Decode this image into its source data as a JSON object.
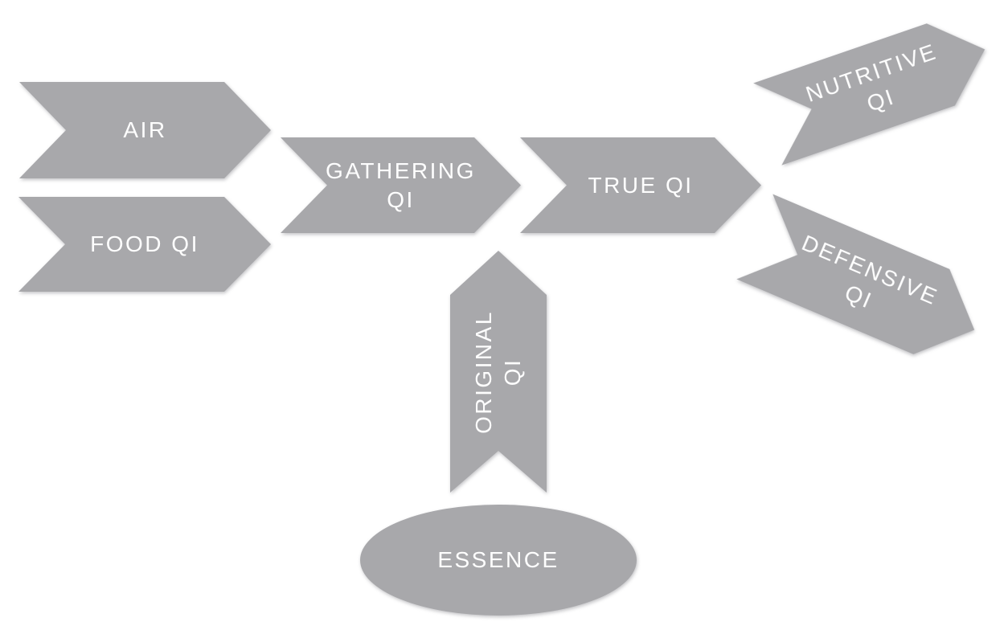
{
  "diagram": {
    "type": "flow-diagram",
    "subject": "qi-formation-flow",
    "colors": {
      "background": "#ffffff",
      "shape_fill": "#a8a8ab",
      "label_text": "#fefefe"
    },
    "nodes": {
      "air": {
        "label": "AIR",
        "shape": "chevron-arrow-right"
      },
      "food_qi": {
        "label": "FOOD QI",
        "shape": "chevron-arrow-right"
      },
      "gathering_qi": {
        "label": "GATHERING\nQI",
        "shape": "chevron-arrow-right"
      },
      "true_qi": {
        "label": "TRUE QI",
        "shape": "chevron-arrow-right"
      },
      "nutritive_qi": {
        "label": "NUTRITIVE\nQI",
        "shape": "chevron-arrow-up-right"
      },
      "defensive_qi": {
        "label": "DEFENSIVE\nQI",
        "shape": "chevron-arrow-down-right"
      },
      "original_qi": {
        "label": "ORIGINAL\nQI",
        "shape": "chevron-arrow-up"
      },
      "essence": {
        "label": "ESSENCE",
        "shape": "ellipse"
      }
    },
    "connections": [
      {
        "from": "air",
        "to": "gathering_qi"
      },
      {
        "from": "food_qi",
        "to": "gathering_qi"
      },
      {
        "from": "gathering_qi",
        "to": "true_qi"
      },
      {
        "from": "essence",
        "to": "original_qi"
      },
      {
        "from": "original_qi",
        "to": "true_qi"
      },
      {
        "from": "true_qi",
        "to": "nutritive_qi"
      },
      {
        "from": "true_qi",
        "to": "defensive_qi"
      }
    ]
  }
}
